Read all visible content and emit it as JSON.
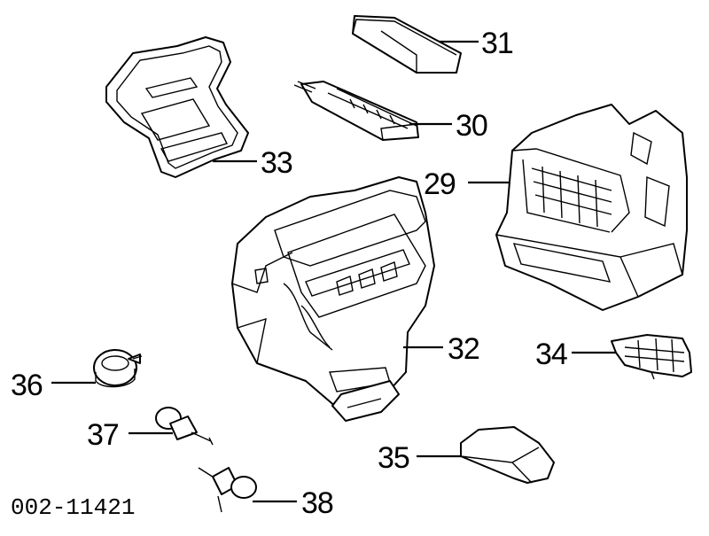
{
  "diagram": {
    "id_code": "002-11421",
    "callouts": {
      "c29": "29",
      "c30": "30",
      "c31": "31",
      "c32": "32",
      "c33": "33",
      "c34": "34",
      "c35": "35",
      "c36": "36",
      "c37": "37",
      "c38": "38"
    }
  }
}
